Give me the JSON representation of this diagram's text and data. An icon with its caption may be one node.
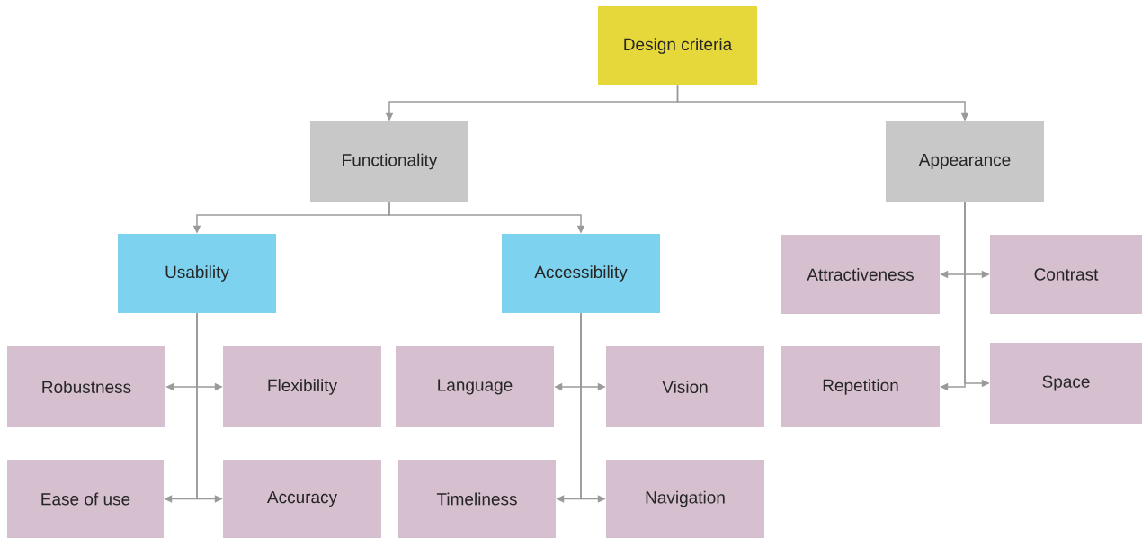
{
  "diagram": {
    "nodes": [
      {
        "text": [
          "Design criteria"
        ]
      },
      {
        "text": [
          "Functionality"
        ]
      },
      {
        "text": [
          "Appearance"
        ]
      },
      {
        "text": [
          "Usability"
        ]
      },
      {
        "text": [
          "Accessibility"
        ]
      },
      {
        "text": [
          "Robustness"
        ]
      },
      {
        "text": [
          "Flexibility"
        ]
      },
      {
        "text": [
          "Ease of use"
        ]
      },
      {
        "text": [
          "Accuracy"
        ]
      },
      {
        "text": [
          "Language"
        ]
      },
      {
        "text": [
          "Vision"
        ]
      },
      {
        "text": [
          "Timeliness"
        ]
      },
      {
        "text": [
          "Navigation"
        ]
      },
      {
        "text": [
          "Attractiveness"
        ]
      },
      {
        "text": [
          "Contrast"
        ]
      },
      {
        "text": [
          "Repetition"
        ]
      },
      {
        "text": [
          "Space"
        ]
      }
    ],
    "edges": [
      {
        "from": 0,
        "to": 1,
        "arrow": "to"
      },
      {
        "from": 0,
        "to": 2,
        "arrow": "to"
      },
      {
        "from": 1,
        "to": 3,
        "arrow": "to"
      },
      {
        "from": 1,
        "to": 4,
        "arrow": "to"
      },
      {
        "from": 3,
        "to": 5,
        "arrow": "to"
      },
      {
        "from": 3,
        "to": 6,
        "arrow": "to"
      },
      {
        "from": 3,
        "to": 7,
        "arrow": "to"
      },
      {
        "from": 3,
        "to": 8,
        "arrow": "to"
      },
      {
        "from": 4,
        "to": 9,
        "arrow": "to"
      },
      {
        "from": 4,
        "to": 10,
        "arrow": "to"
      },
      {
        "from": 4,
        "to": 11,
        "arrow": "to"
      },
      {
        "from": 4,
        "to": 12,
        "arrow": "to"
      },
      {
        "from": 2,
        "to": 13,
        "arrow": "to"
      },
      {
        "from": 2,
        "to": 14,
        "arrow": "to"
      },
      {
        "from": 2,
        "to": 15,
        "arrow": "to"
      },
      {
        "from": 2,
        "to": 16,
        "arrow": "to"
      }
    ]
  }
}
